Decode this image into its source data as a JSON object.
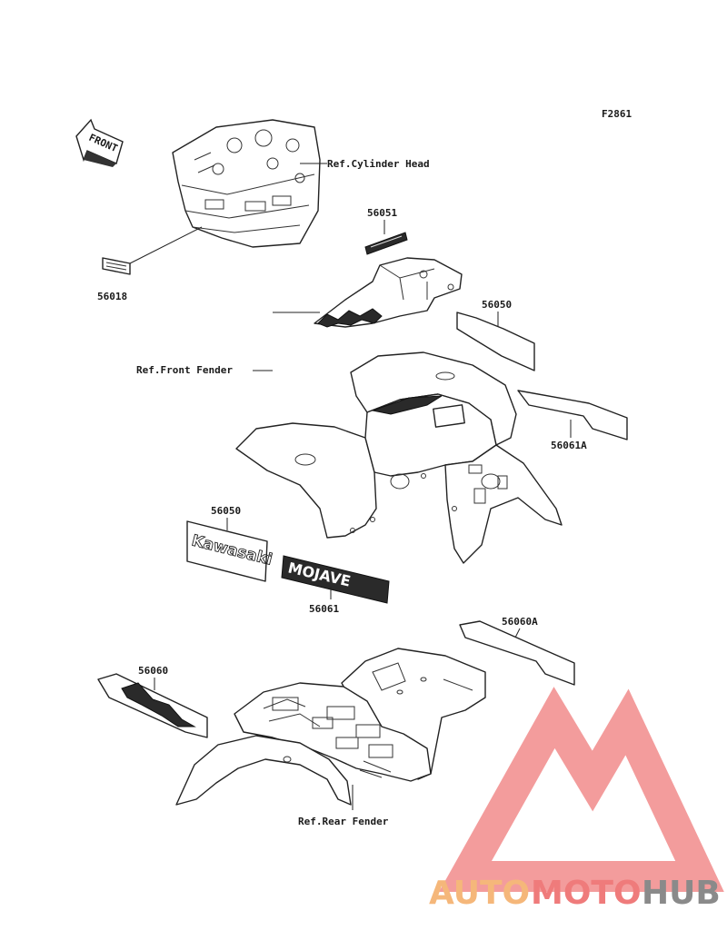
{
  "figure_code": "F2861",
  "front_arrow_label": "FRONT",
  "labels": {
    "cylinder_head": "Ref.Cylinder Head",
    "front_fender": "Ref.Front Fender",
    "rear_fender": "Ref.Rear Fender",
    "p56018": "56018",
    "p56051": "56051",
    "p56050_top": "56050",
    "p56061A": "56061A",
    "p56050_kawasaki": "56050",
    "p56061": "56061",
    "p56060A": "56060A",
    "p56060": "56060"
  },
  "decal_text": {
    "kawasaki": "Kawasaki",
    "mojave": "MOJAVE"
  },
  "watermark": {
    "part1": "AUTO",
    "part2": "MOTO",
    "part3": "HUB",
    "color_orange": "#f5b77a",
    "color_red": "#ef7b7b",
    "color_gray": "#8a8a8a"
  }
}
